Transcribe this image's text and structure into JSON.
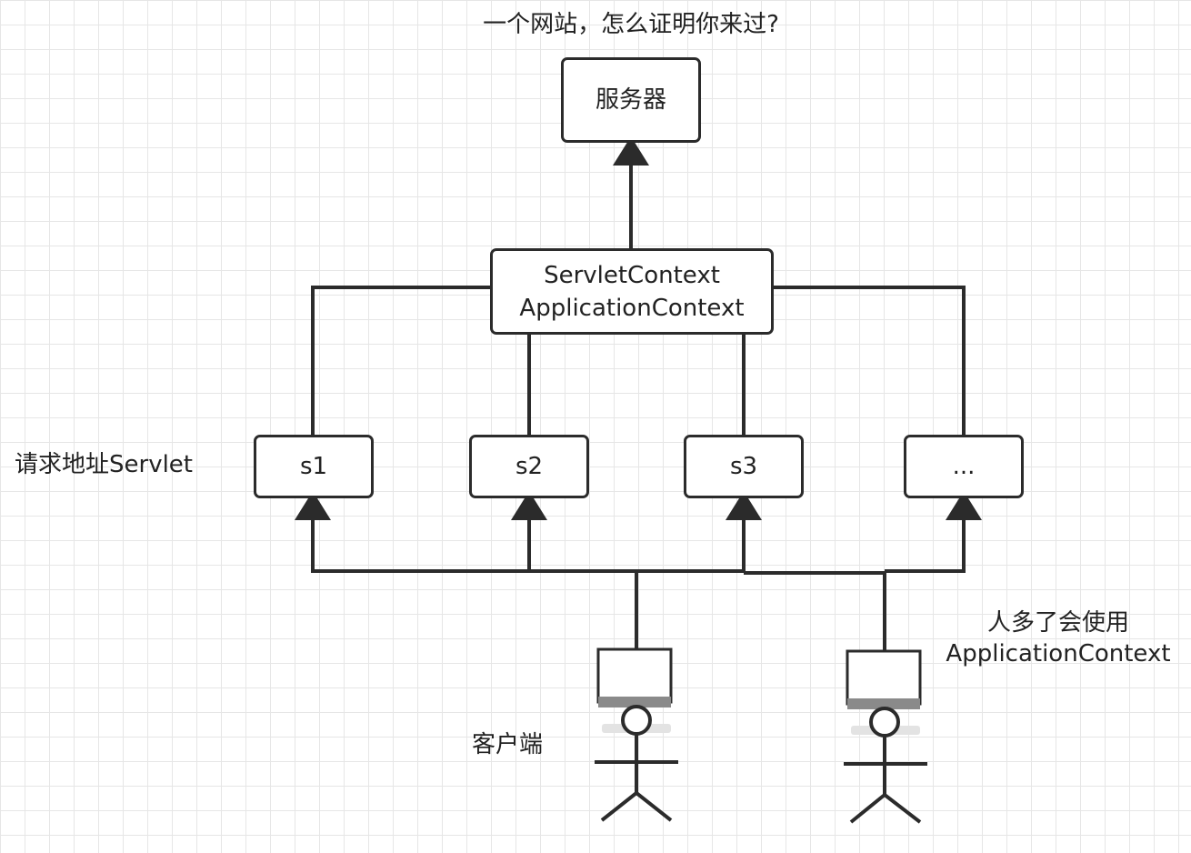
{
  "diagram": {
    "title": "一个网站，怎么证明你来过?",
    "nodes": {
      "server": "服务器",
      "context_line1": "ServletContext",
      "context_line2": "ApplicationContext",
      "s1": "s1",
      "s2": "s2",
      "s3": "s3",
      "more": "..."
    },
    "labels": {
      "servlet_row": "请求地址Servlet",
      "clients": "客户端",
      "note_line1": "人多了会使用",
      "note_line2": "ApplicationContext"
    },
    "icons": [
      "computer-icon",
      "person-icon"
    ],
    "colors": {
      "stroke": "#2b2b2b",
      "grid": "#e6e6e6",
      "background": "#ffffff"
    }
  }
}
